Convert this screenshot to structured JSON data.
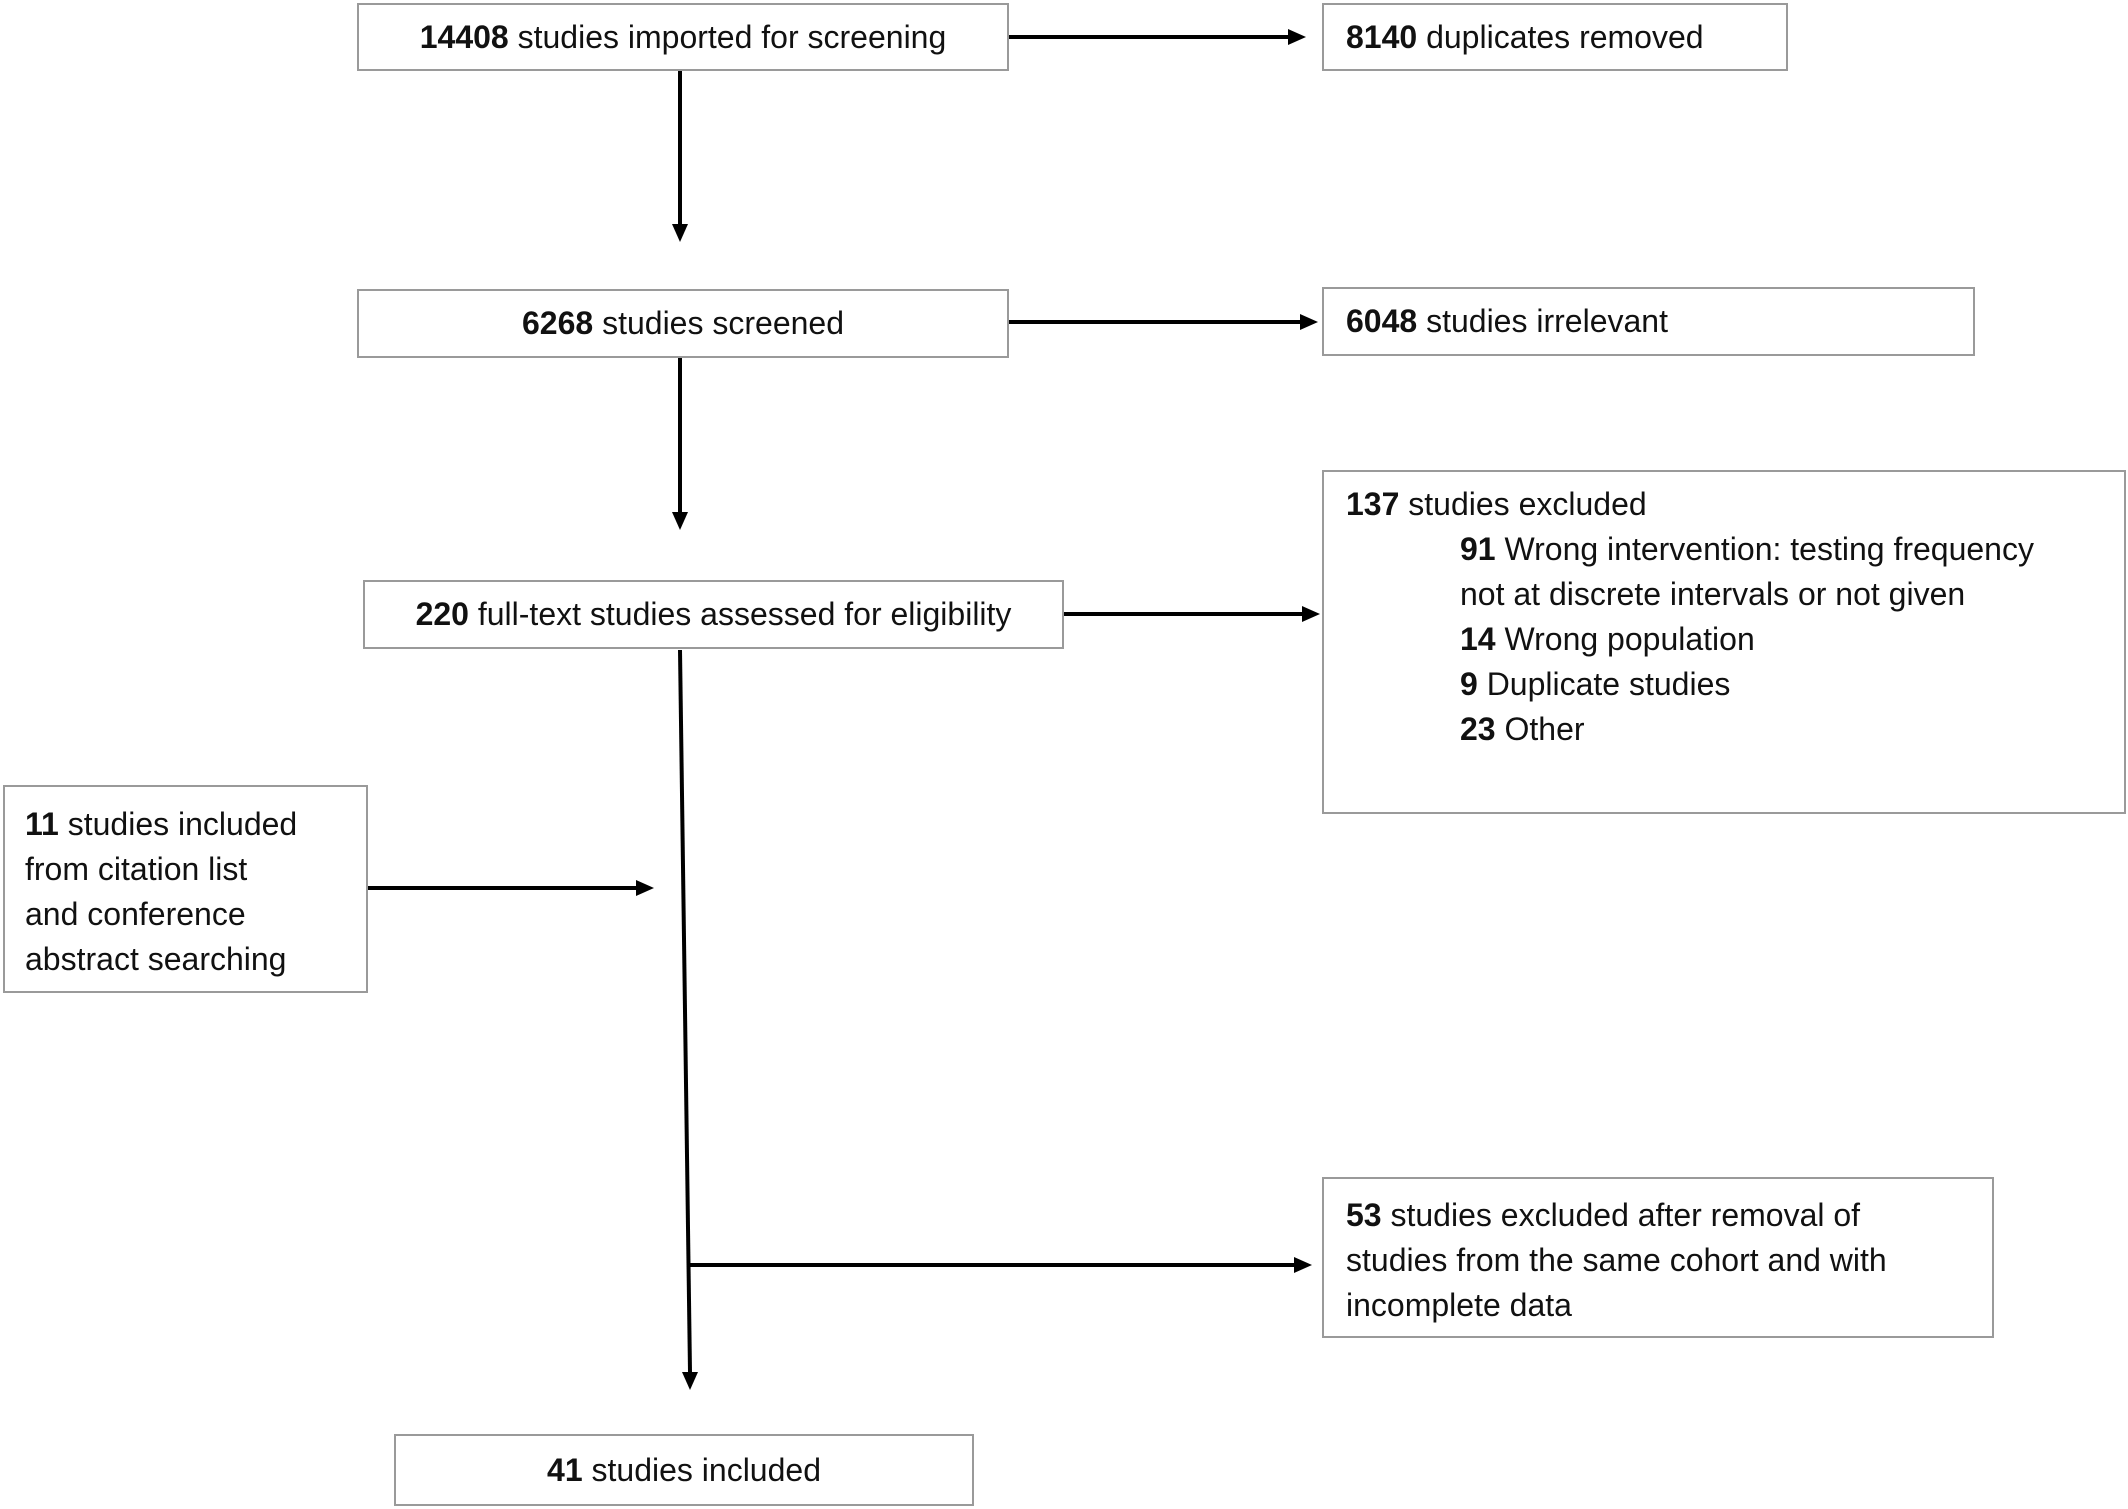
{
  "boxes": {
    "imported": {
      "count": "14408",
      "text": " studies imported for screening"
    },
    "duplicates": {
      "count": "8140",
      "text": " duplicates removed"
    },
    "screened": {
      "count": "6268",
      "text": " studies screened"
    },
    "irrelevant": {
      "count": "6048",
      "text": " studies irrelevant"
    },
    "fulltext": {
      "count": "220",
      "text": " full-text studies assessed for eligibility"
    },
    "excluded": {
      "count": "137",
      "text": " studies excluded",
      "reasons": [
        {
          "count": "91",
          "text": " Wrong intervention: testing frequency"
        },
        {
          "count": "",
          "text": "not at discrete intervals or not given"
        },
        {
          "count": "14",
          "text": " Wrong population"
        },
        {
          "count": "9",
          "text": " Duplicate studies"
        },
        {
          "count": "23",
          "text": " Other"
        }
      ]
    },
    "citation": {
      "count": "11",
      "text": " studies included",
      "lines": [
        "from citation list",
        "and conference",
        "abstract searching"
      ]
    },
    "cohort": {
      "count": "53",
      "text": " studies excluded after removal of",
      "lines": [
        "studies from the same cohort and with",
        "incomplete data"
      ]
    },
    "included": {
      "count": "41",
      "text": " studies included"
    }
  }
}
